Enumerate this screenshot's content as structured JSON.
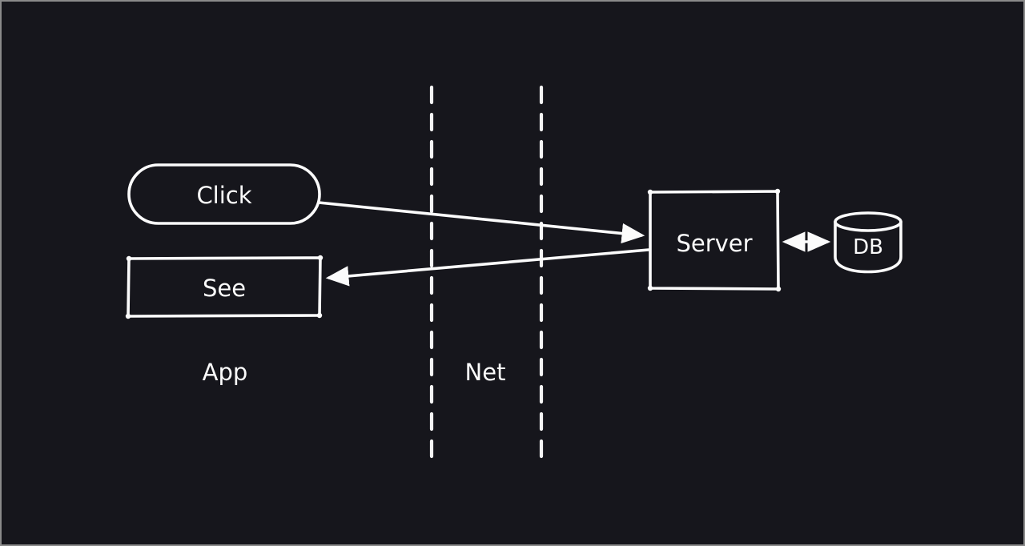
{
  "canvas": {
    "background_color": "#16161c",
    "border_color": "#8a8a8a",
    "stroke_color": "#fbfbfb"
  },
  "diagram": {
    "nodes": {
      "click": {
        "label": "Click",
        "shape": "pill"
      },
      "see": {
        "label": "See",
        "shape": "rectangle"
      },
      "server": {
        "label": "Server",
        "shape": "rectangle"
      },
      "db": {
        "label": "DB",
        "shape": "cylinder"
      }
    },
    "zones": {
      "app": {
        "label": "App"
      },
      "net": {
        "label": "Net"
      }
    },
    "edges": [
      {
        "from": "Click",
        "to": "Server",
        "style": "arrow"
      },
      {
        "from": "Server",
        "to": "See",
        "style": "arrow"
      },
      {
        "from": "Server",
        "to": "DB",
        "style": "double-arrow"
      }
    ]
  }
}
